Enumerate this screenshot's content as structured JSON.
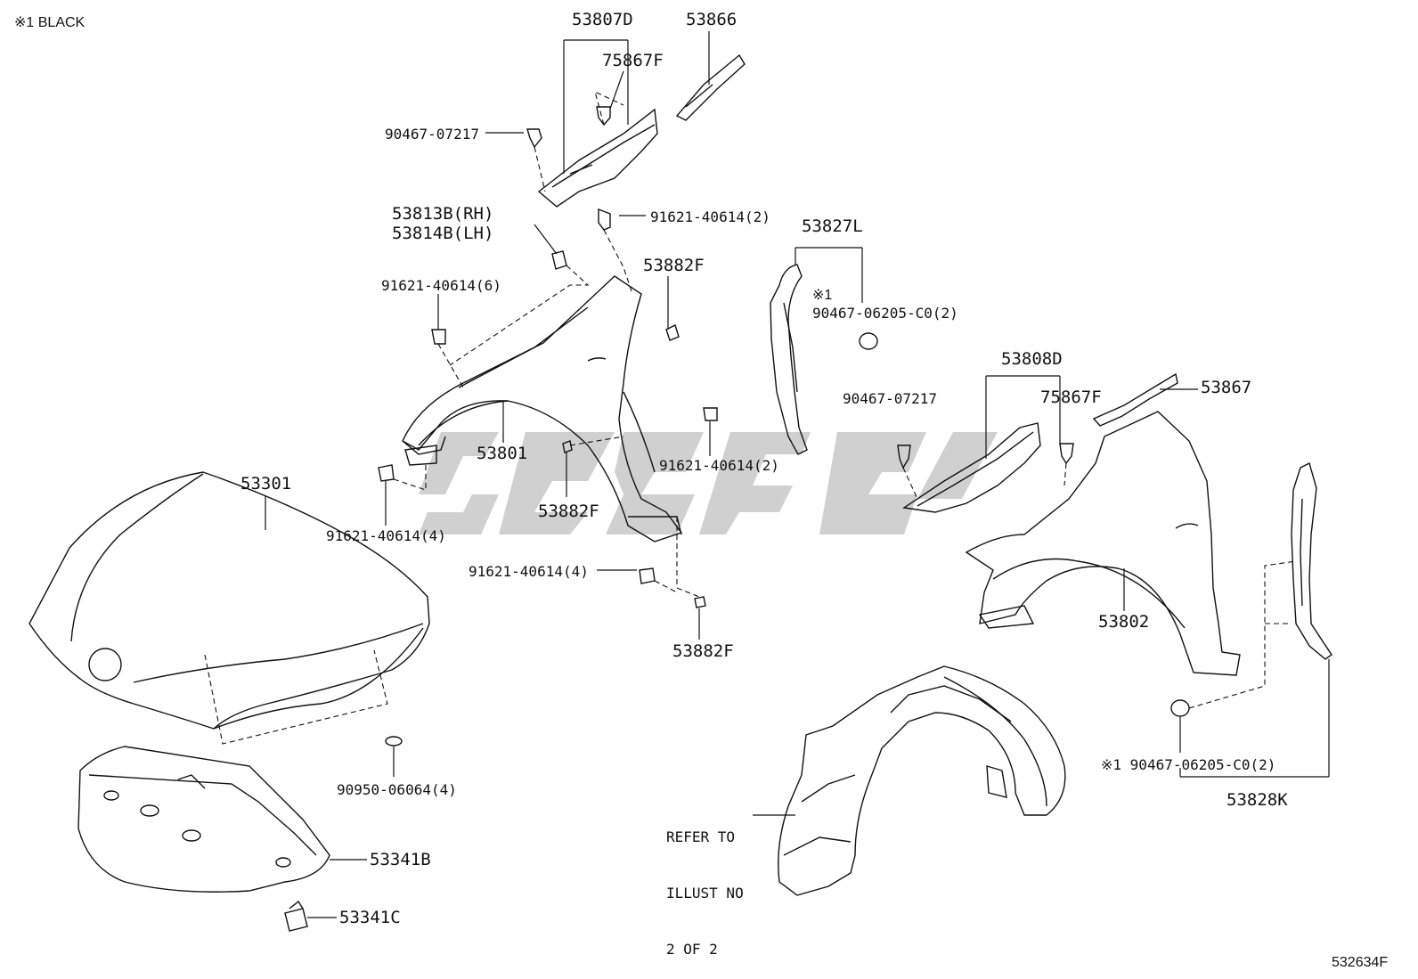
{
  "note": "※1 BLACK",
  "diagram_code": "532634F",
  "refer_note": [
    "REFER TO",
    "ILLUST NO",
    "2 OF 2"
  ],
  "labels": {
    "p53807D": "53807D",
    "p53866": "53866",
    "p75867F_a": "75867F",
    "p90467_07217_a": "90467-07217",
    "p91621_40614_2_a": "91621-40614(2)",
    "p53813B": "53813B(RH)",
    "p53814B": "53814B(LH)",
    "p53882F_a": "53882F",
    "p91621_40614_6": "91621-40614(6)",
    "p53801": "53801",
    "p91621_40614_2_b": "91621-40614(2)",
    "p53882F_b": "53882F",
    "p53301": "53301",
    "p91621_40614_4_a": "91621-40614(4)",
    "p91621_40614_4_b": "91621-40614(4)",
    "p53882F_c": "53882F",
    "p90950": "90950-06064(4)",
    "p53341B": "53341B",
    "p53341C": "53341C",
    "p53827L": "53827L",
    "p_mark1_a": "※1",
    "p90467_06205_a": "90467-06205-C0(2)",
    "p53808D": "53808D",
    "p90467_07217_b": "90467-07217",
    "p75867F_b": "75867F",
    "p53867": "53867",
    "p53802": "53802",
    "p90467_06205_b": "※1 90467-06205-C0(2)",
    "p53828K": "53828K"
  }
}
